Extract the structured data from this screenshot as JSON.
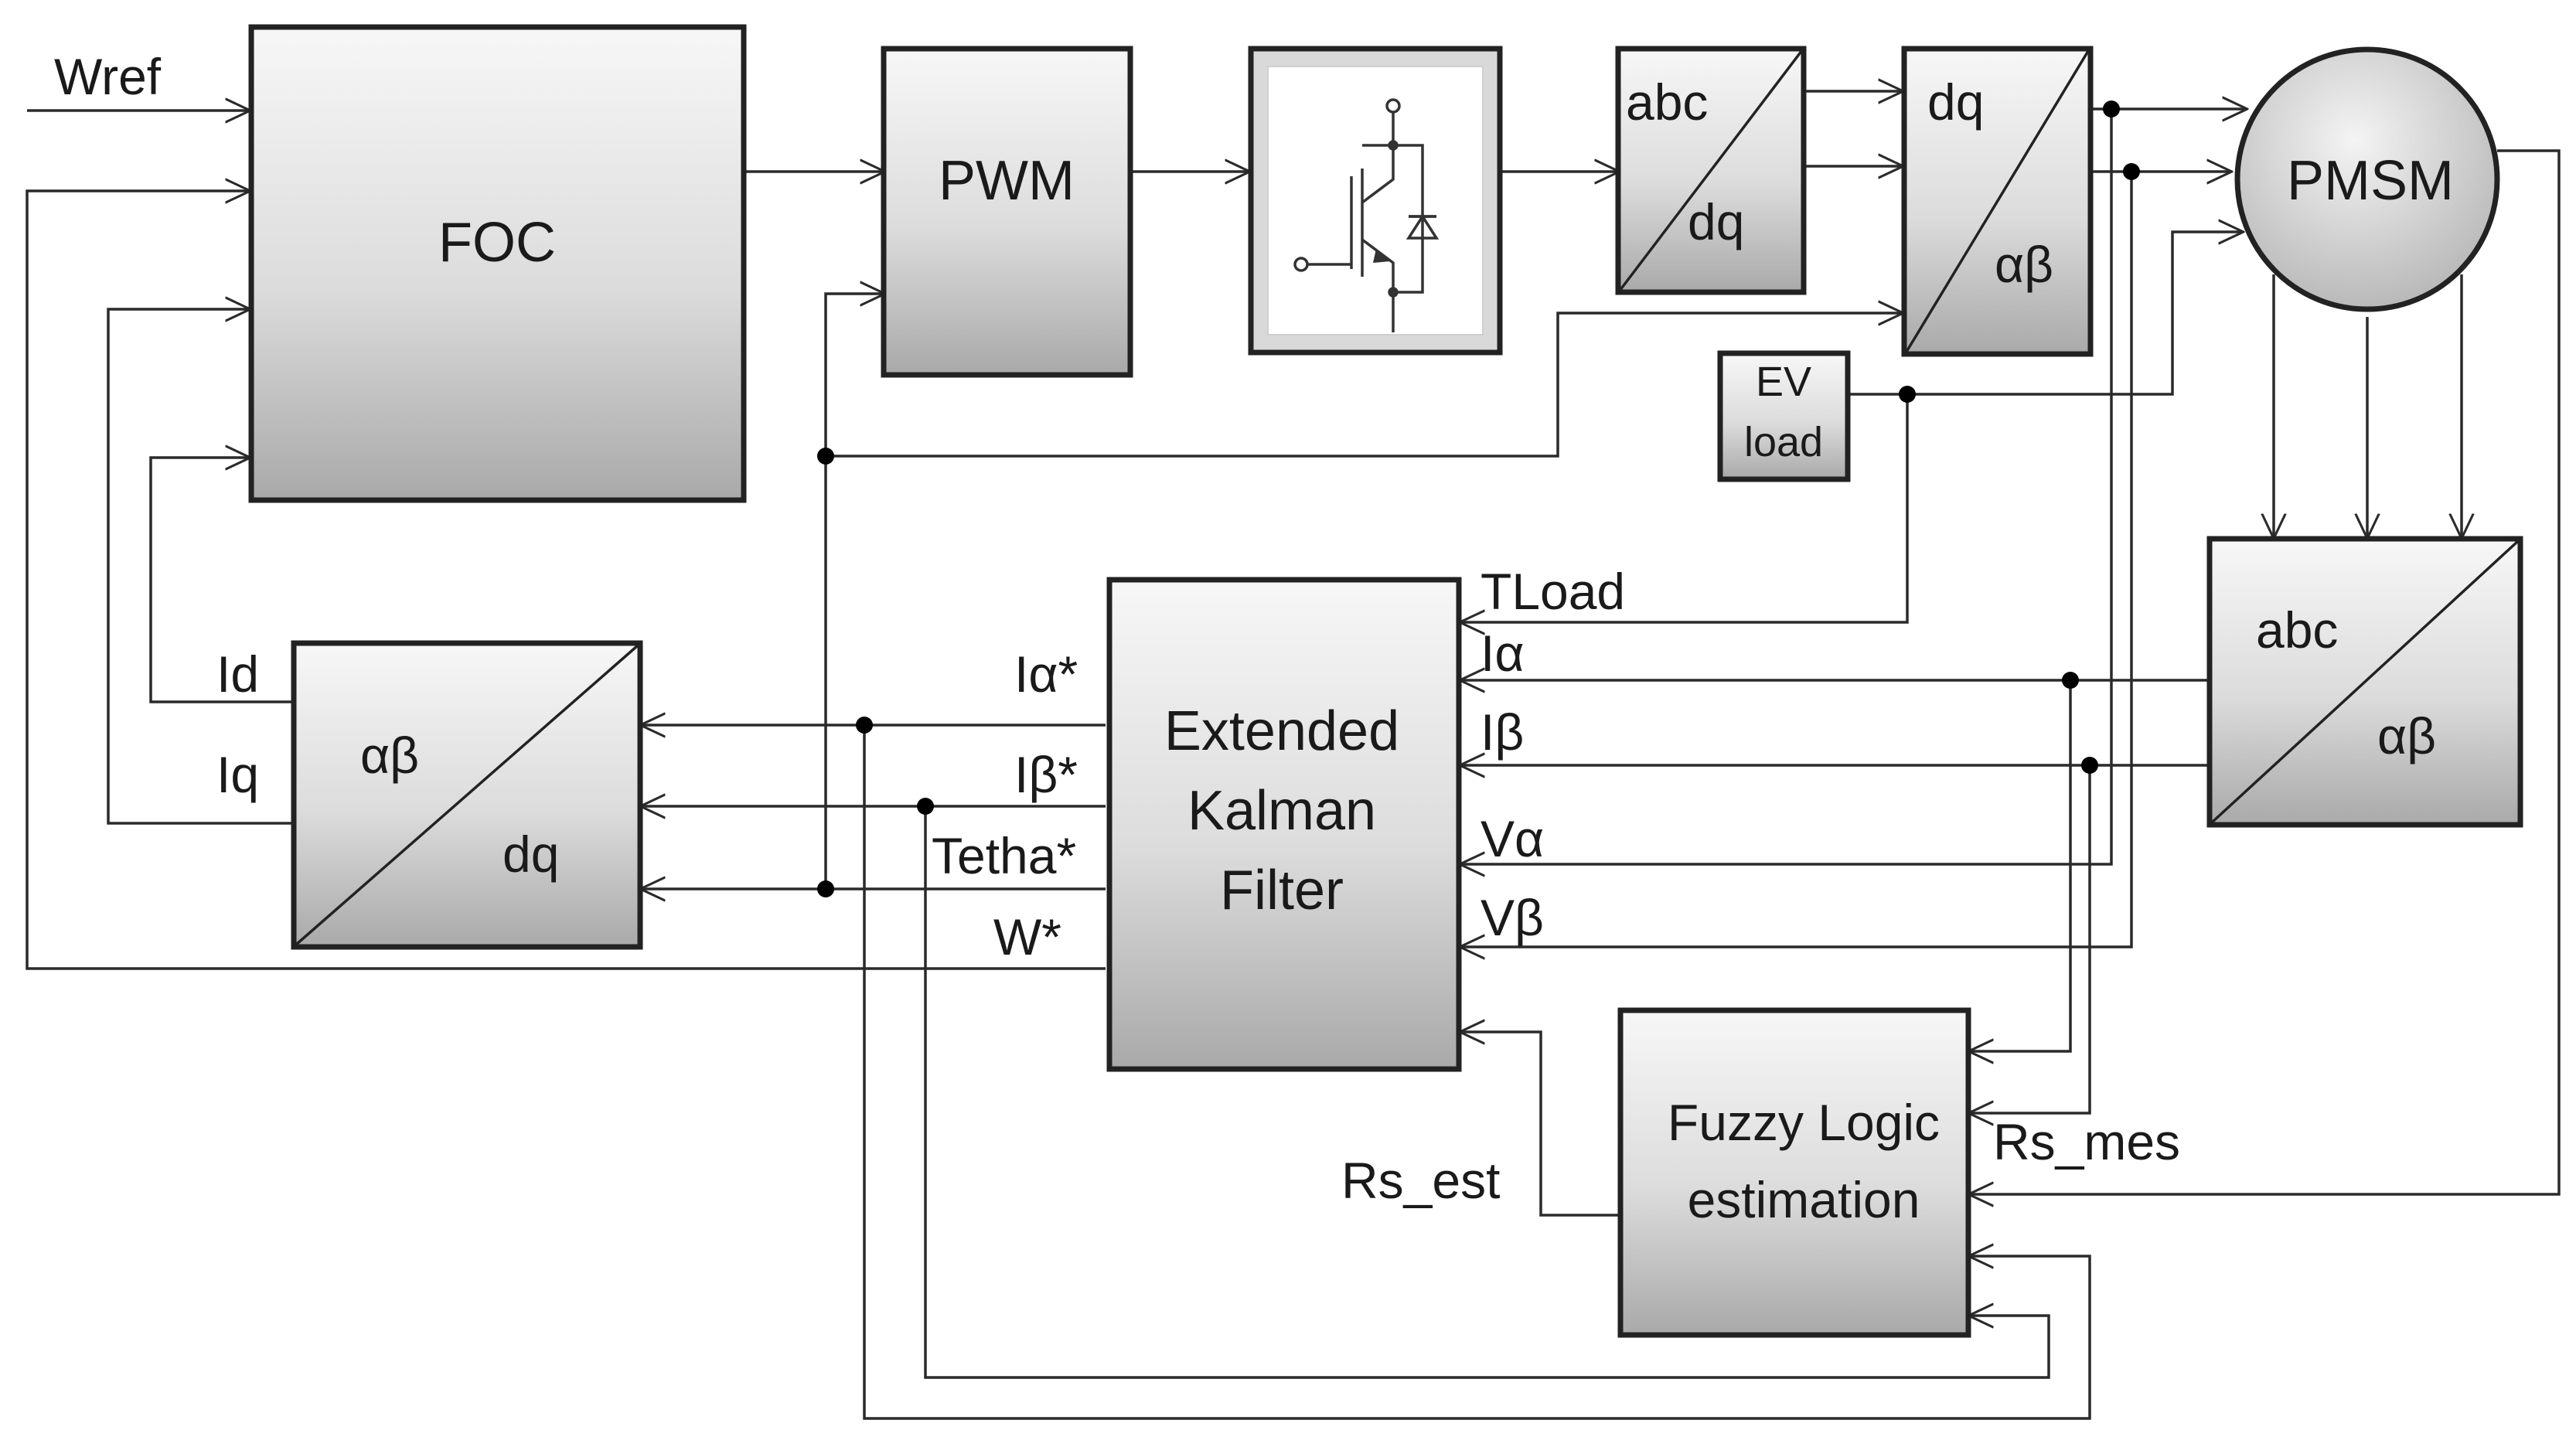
{
  "blocks": {
    "foc": {
      "label": "FOC"
    },
    "pwm": {
      "label": "PWM"
    },
    "abc_dq": {
      "top": "abc",
      "bottom": "dq"
    },
    "dq_ab": {
      "top": "dq",
      "bottom": "αβ"
    },
    "pmsm": {
      "label": "PMSM"
    },
    "ev_load": {
      "line1": "EV",
      "line2": "load"
    },
    "ab_dq": {
      "top": "αβ",
      "bottom": "dq"
    },
    "ekf": {
      "line1": "Extended",
      "line2": "Kalman",
      "line3": "Filter"
    },
    "abc_ab": {
      "top": "abc",
      "bottom": "αβ"
    },
    "fuzzy": {
      "line1": "Fuzzy Logic",
      "line2": "estimation"
    }
  },
  "signals": {
    "wref": "Wref",
    "id": "Id",
    "iq": "Iq",
    "ia_star": "Iα*",
    "ib_star": "Iβ*",
    "tetha_star": "Tetha*",
    "w_star": "W*",
    "tload": "TLoad",
    "ia": "Iα",
    "ib": "Iβ",
    "va": "Vα",
    "vb": "Vβ",
    "rs_est": "Rs_est",
    "rs_mes": "Rs_mes"
  },
  "icons": {
    "inverter": "igbt-switch-icon"
  }
}
